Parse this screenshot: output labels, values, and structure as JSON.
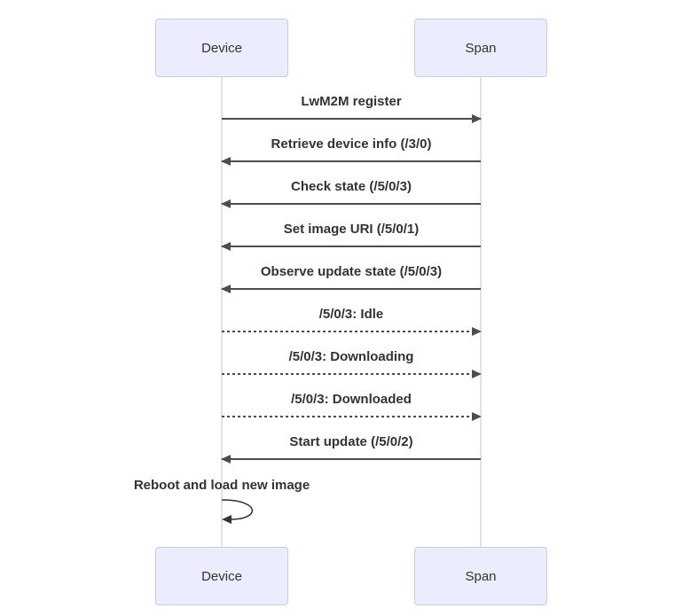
{
  "diagram": {
    "type": "sequence",
    "actors": [
      {
        "id": "device",
        "label": "Device"
      },
      {
        "id": "span",
        "label": "Span"
      }
    ],
    "messages": [
      {
        "text": "LwM2M register",
        "from": "Device",
        "to": "Span",
        "line": "solid",
        "arrow": "filled"
      },
      {
        "text": "Retrieve device info (/3/0)",
        "from": "Span",
        "to": "Device",
        "line": "solid",
        "arrow": "filled"
      },
      {
        "text": "Check state (/5/0/3)",
        "from": "Span",
        "to": "Device",
        "line": "solid",
        "arrow": "filled"
      },
      {
        "text": "Set image URI (/5/0/1)",
        "from": "Span",
        "to": "Device",
        "line": "solid",
        "arrow": "filled"
      },
      {
        "text": "Observe update state (/5/0/3)",
        "from": "Span",
        "to": "Device",
        "line": "solid",
        "arrow": "filled"
      },
      {
        "text": "/5/0/3: Idle",
        "from": "Device",
        "to": "Span",
        "line": "dashed",
        "arrow": "filled"
      },
      {
        "text": "/5/0/3: Downloading",
        "from": "Device",
        "to": "Span",
        "line": "dashed",
        "arrow": "filled"
      },
      {
        "text": "/5/0/3: Downloaded",
        "from": "Device",
        "to": "Span",
        "line": "dashed",
        "arrow": "filled"
      },
      {
        "text": "Start update (/5/0/2)",
        "from": "Span",
        "to": "Device",
        "line": "solid",
        "arrow": "filled"
      }
    ],
    "self_message": {
      "text": "Reboot and load new image",
      "actor": "Device"
    },
    "colors": {
      "background": "#ffffff",
      "actor_fill": "#ECECFF",
      "actor_border": "#cfc7ec",
      "actor_text": "#333333",
      "message_text": "#333333",
      "arrow_line": "#4d4d4d",
      "lifeline": "#e2e2e6"
    }
  }
}
